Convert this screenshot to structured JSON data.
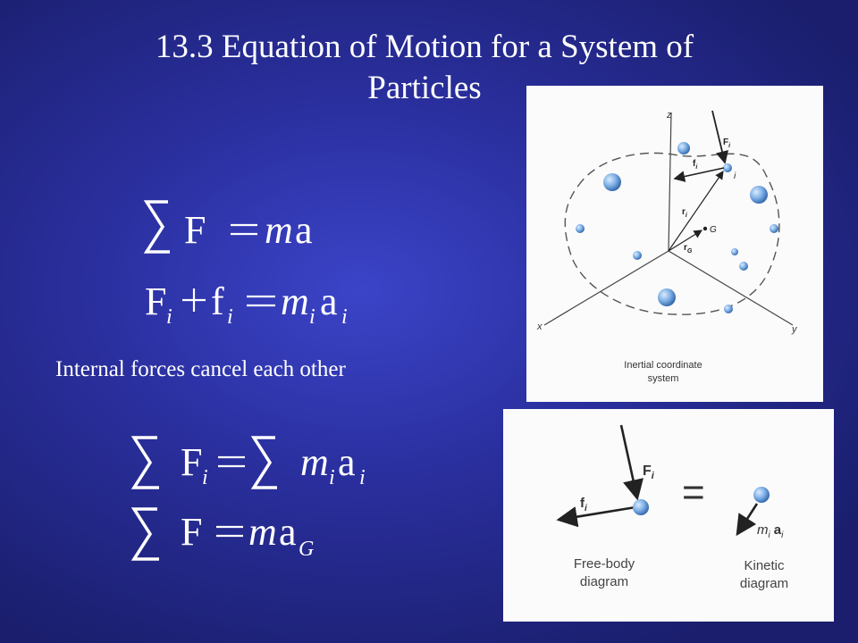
{
  "slide": {
    "title_line1": "13.3 Equation of Motion for a System of",
    "title_line2": "Particles",
    "note": "Internal forces cancel each other"
  },
  "equations": {
    "eq1": {
      "lhs": "F",
      "rhs_m": "m",
      "rhs_a": "a"
    },
    "eq2": {
      "F": "F",
      "F_sub": "i",
      "f": "f",
      "f_sub": "i",
      "m": "m",
      "m_sub": "i",
      "a": "a",
      "a_sub": "i"
    },
    "eq3": {
      "F": "F",
      "F_sub": "i",
      "m": "m",
      "m_sub": "i",
      "a": "a",
      "a_sub": "i"
    },
    "eq4": {
      "F": "F",
      "m": "m",
      "a": "a",
      "a_sub": "G"
    }
  },
  "figure_top": {
    "axis_z": "z",
    "axis_x": "x",
    "axis_y": "y",
    "label_Fi": "F",
    "label_Fi_sub": "i",
    "label_fi": "f",
    "label_fi_sub": "i",
    "label_i": "i",
    "label_ri": "r",
    "label_ri_sub": "i",
    "label_rG": "r",
    "label_rG_sub": "G",
    "label_G": "G",
    "caption_line1": "Inertial coordinate",
    "caption_line2": "system"
  },
  "figure_bottom": {
    "label_Fi": "F",
    "label_Fi_sub": "i",
    "label_fi": "f",
    "label_fi_sub": "i",
    "equals": "=",
    "label_mi": "m",
    "label_mi_sub": "i",
    "label_ai": "a",
    "label_ai_sub": "i",
    "caption_left_line1": "Free-body",
    "caption_left_line2": "diagram",
    "caption_right_line1": "Kinetic",
    "caption_right_line2": "diagram"
  },
  "colors": {
    "background": "#2a2f9e",
    "text": "#ffffff",
    "particle": "#7fb0e6",
    "diagram_ink": "#222222"
  }
}
